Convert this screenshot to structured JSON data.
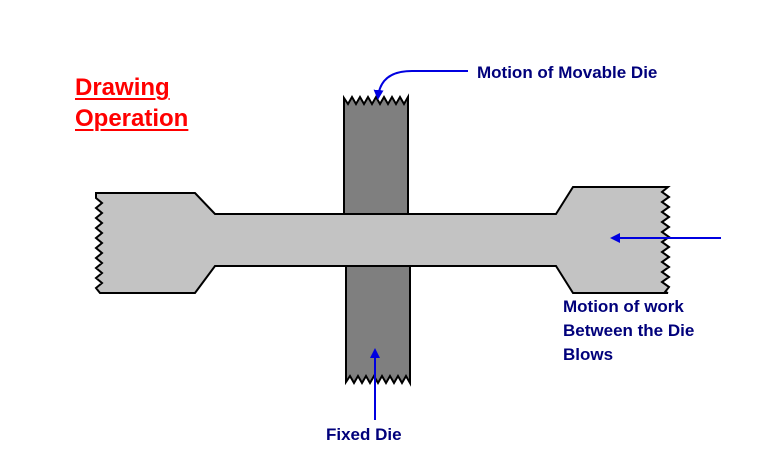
{
  "title": {
    "line1": "Drawing",
    "line2": "Operation"
  },
  "labels": {
    "movable_die": "Motion of Movable Die",
    "work_motion": [
      "Motion of work",
      "Between the Die",
      "Blows"
    ],
    "fixed_die": "Fixed Die"
  },
  "colors": {
    "title": "#ff0000",
    "label_text": "#00007b",
    "arrow": "#0000e0",
    "workpiece": "#c3c3c3",
    "die": "#7f7f7f",
    "outline": "#000000"
  }
}
